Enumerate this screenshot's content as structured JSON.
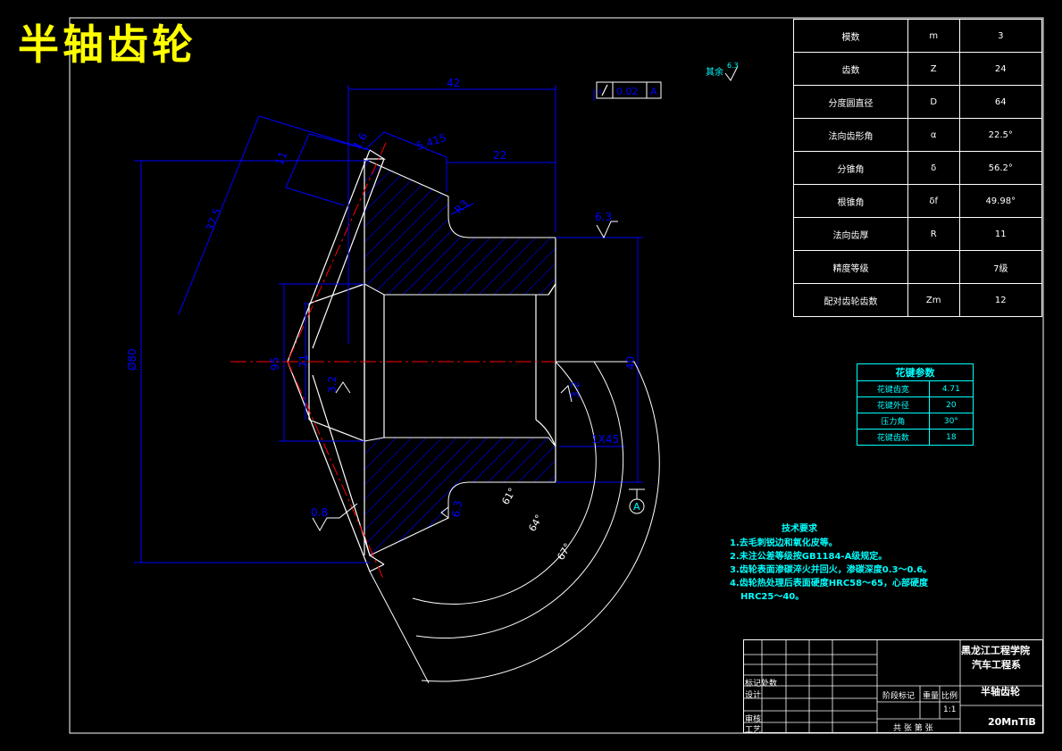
{
  "title": "半轴齿轮",
  "gear_params": [
    {
      "name": "模数",
      "symbol": "m",
      "value": "3"
    },
    {
      "name": "齿数",
      "symbol": "Z",
      "value": "24"
    },
    {
      "name": "分度圆直径",
      "symbol": "D",
      "value": "64"
    },
    {
      "name": "法向齿形角",
      "symbol": "α",
      "value": "22.5°"
    },
    {
      "name": "分锥角",
      "symbol": "δ",
      "value": "56.2°"
    },
    {
      "name": "根锥角",
      "symbol": "δf",
      "value": "49.98°"
    },
    {
      "name": "法向齿厚",
      "symbol": "R",
      "value": "11"
    },
    {
      "name": "精度等级",
      "symbol": "",
      "value": "7级"
    },
    {
      "name": "配对齿轮齿数",
      "symbol": "Zm",
      "value": "12"
    }
  ],
  "spline": {
    "title": "花键参数",
    "rows": [
      {
        "name": "花键齿宽",
        "value": "4.71"
      },
      {
        "name": "花键外径",
        "value": "20"
      },
      {
        "name": "压力角",
        "value": "30°"
      },
      {
        "name": "花键齿数",
        "value": "18"
      }
    ]
  },
  "tech_requirements": {
    "title": "技术要求",
    "items": [
      "1.去毛刺锐边和氧化皮等。",
      "2.未注公差等级按GB1184-A级规定。",
      "3.齿轮表面渗碳淬火并回火，渗碳深度0.3～0.6。",
      "4.齿轮热处理后表面硬度HRC58～65，心部硬度",
      "  HRC25～40。"
    ]
  },
  "dimensions": {
    "d42": "42",
    "d22": "22",
    "d5415": "5.415",
    "d11": "11",
    "d375": "37.5",
    "d16": "1.6",
    "r3": "R3",
    "d63top": "6.3",
    "d80": "Ø80",
    "d95": "95",
    "d71": "71",
    "d40": "40",
    "d32a": "3.2",
    "d32b": "3.2",
    "chamfer": "1X45",
    "d08": "0.8",
    "d63b": "6.3",
    "d61": "61°",
    "d64": "64°",
    "d67": "67°",
    "datum": "A",
    "tol_value": "0.02",
    "tol_ref": "A",
    "rest_roughness": "其余",
    "rest_value": "6.3"
  },
  "title_block": {
    "school": "黑龙江工程学院",
    "dept": "汽车工程系",
    "part_name": "半轴齿轮",
    "material": "20MnTiB",
    "scale": "1:1",
    "mark_label": "标记处数",
    "design_label": "设计",
    "check_label": "审核",
    "process_label": "工艺",
    "stage_label": "阶段标记",
    "weight_label": "重量",
    "scale_label": "比例",
    "sheets_label": "共 张   第 张"
  },
  "colors": {
    "white": "#ffffff",
    "cyan": "#00ffff",
    "blue": "#0000ff",
    "red": "#ff0000",
    "yellow": "#ffff00"
  }
}
